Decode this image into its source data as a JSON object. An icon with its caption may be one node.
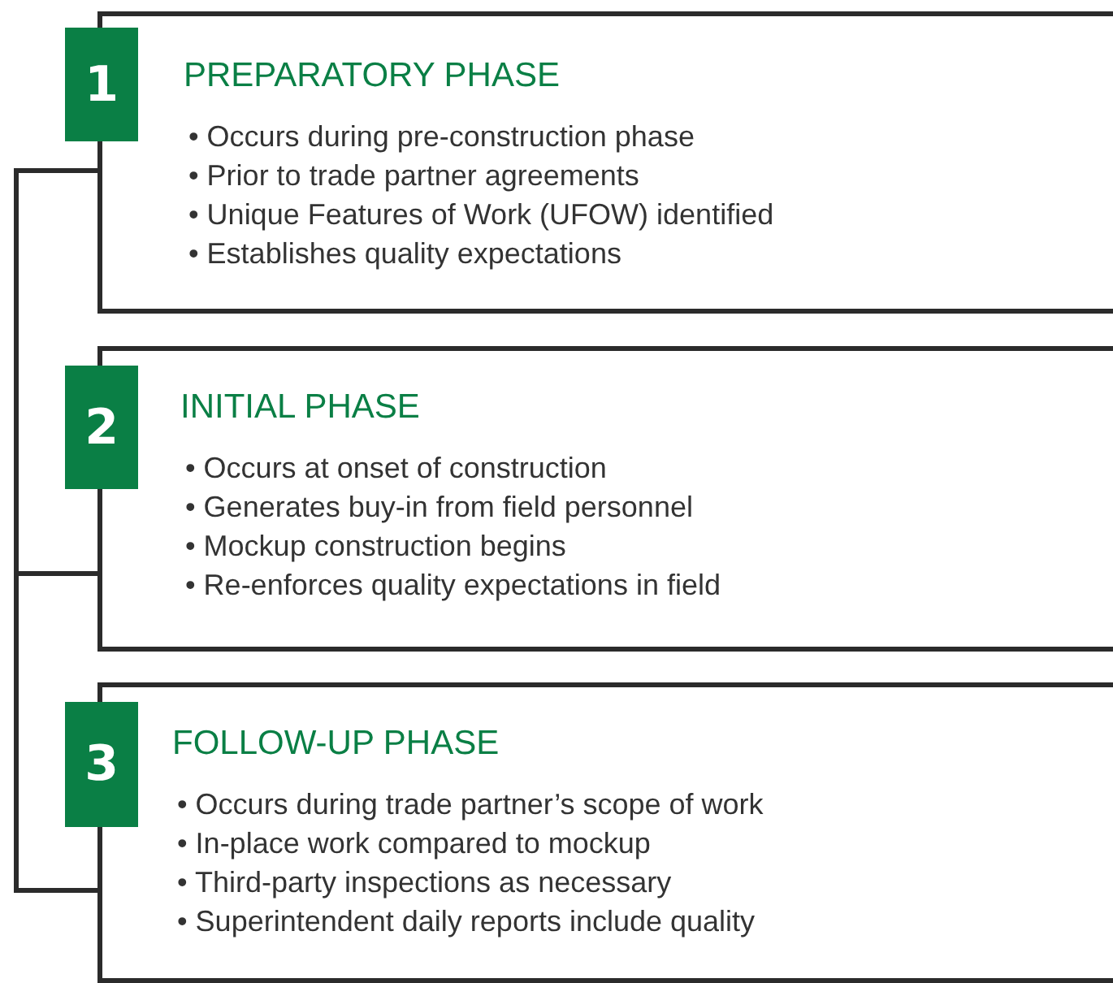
{
  "diagram": {
    "nodes": [
      {
        "text": [
          "PREPARATORY PHASE",
          "• Occurs during pre-construction phase",
          "• Prior to trade partner agreements",
          "• Unique Features of Work (UFOW) identified",
          "• Establishes quality expectations"
        ]
      },
      {
        "text": [
          "1"
        ]
      },
      {
        "text": [
          "INITIAL PHASE",
          "• Occurs at onset of construction",
          "• Generates buy-in from field personnel",
          "• Mockup construction begins",
          "• Re-enforces quality expectations in field"
        ]
      },
      {
        "text": [
          "2"
        ]
      },
      {
        "text": [
          "FOLLOW-UP PHASE",
          "• Occurs during trade partner’s scope of work",
          "• In-place work compared to mockup",
          "• Third-party inspections as necessary",
          "• Superintendent daily reports include quality"
        ]
      },
      {
        "text": [
          "3"
        ]
      }
    ],
    "edges": [
      {
        "from": 0,
        "to": 2,
        "arrow": "none"
      },
      {
        "from": 2,
        "to": 4,
        "arrow": "none"
      }
    ]
  }
}
